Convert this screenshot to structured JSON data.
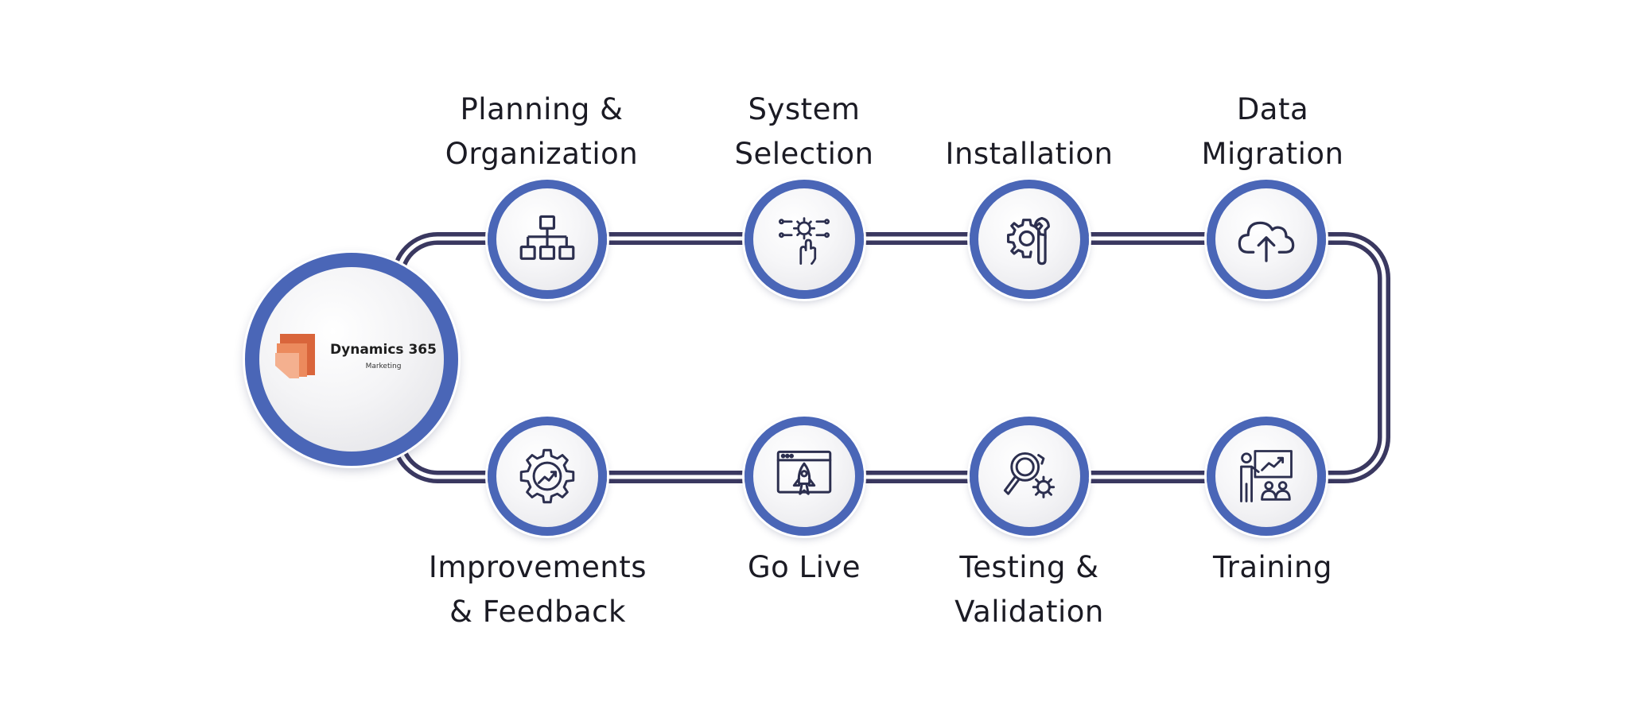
{
  "hub": {
    "brand": "Dynamics 365",
    "subtitle": "Marketing",
    "logo_icon": "dynamics-365-marketing-logo",
    "logo_colors": [
      "#f4b08f",
      "#ec8a5d",
      "#d9653b"
    ]
  },
  "colors": {
    "ring": "#4a66b7",
    "track": "#3a3860",
    "label_text": "#1b1b24",
    "icon_stroke": "#2c2f4f"
  },
  "steps": [
    {
      "label_lines": [
        "Planning &",
        "Organization"
      ],
      "icon": "org-chart-icon"
    },
    {
      "label_lines": [
        "System",
        "Selection"
      ],
      "icon": "touch-circuit-icon"
    },
    {
      "label_lines": [
        "Installation"
      ],
      "icon": "gear-wrench-icon"
    },
    {
      "label_lines": [
        "Data",
        "Migration"
      ],
      "icon": "cloud-upload-icon"
    },
    {
      "label_lines": [
        "Training"
      ],
      "icon": "presentation-board-icon"
    },
    {
      "label_lines": [
        "Testing &",
        "Validation"
      ],
      "icon": "magnifier-gear-icon"
    },
    {
      "label_lines": [
        "Go Live"
      ],
      "icon": "browser-rocket-icon"
    },
    {
      "label_lines": [
        "Improvements",
        "& Feedback"
      ],
      "icon": "gear-growth-icon"
    }
  ]
}
